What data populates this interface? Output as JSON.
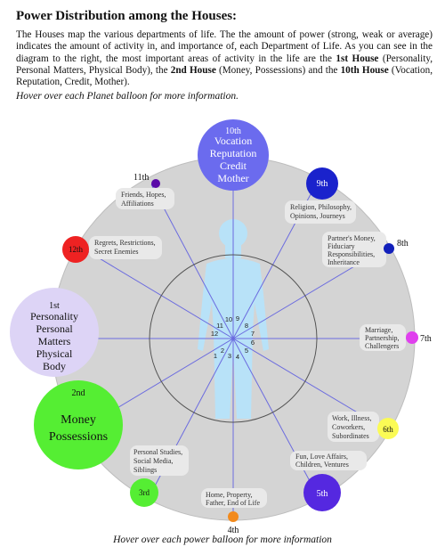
{
  "heading": "Power Distribution among the Houses:",
  "intro": {
    "p1": "The Houses map the various departments of life. The the amount of power (strong, weak or average) indicates the amount of activity in, and importance of, each Department of Life. As you can see in the diagram to the right, the most important areas of activity in the life are the ",
    "h1": "1st House",
    "p2": " (Personality, Personal Matters, Physical Body), the ",
    "h2": "2nd House",
    "p3": " (Money, Possessions) and the ",
    "h10": "10th House",
    "p4": " (Vocation, Reputation, Credit, Mother)."
  },
  "hint_top": "Hover over each Planet balloon for more information.",
  "hint_bottom": "Hover over each power balloon for more information",
  "house_numbers": [
    "1",
    "2",
    "3",
    "4",
    "5",
    "6",
    "7",
    "8",
    "9",
    "10",
    "11",
    "12"
  ],
  "houses": {
    "h1": {
      "name": "1st",
      "lines": [
        "Personality",
        "Personal",
        "Matters",
        "Physical",
        "Body"
      ],
      "color": "#ddd4f6"
    },
    "h2": {
      "name": "2nd",
      "lines": [
        "Money",
        "Possessions"
      ],
      "color": "#55ee33"
    },
    "h3": {
      "name": "3rd",
      "lines": [
        "Personal Studies,",
        "Social Media,",
        "Siblings"
      ],
      "color": "#55ee33"
    },
    "h4": {
      "name": "4th",
      "lines": [
        "Home, Property,",
        "Father, End of Life"
      ],
      "color": "#f28a1c"
    },
    "h5": {
      "name": "5th",
      "lines": [
        "Fun, Love Affairs,",
        "Children, Ventures"
      ],
      "color": "#5528e0"
    },
    "h6": {
      "name": "6th",
      "lines": [
        "Work, Illness,",
        "Coworkers,",
        "Subordinates"
      ],
      "color": "#fbfb55"
    },
    "h7": {
      "name": "7th",
      "lines": [
        "Marriage,",
        "Partnership,",
        "Challengers"
      ],
      "color": "#e040ee"
    },
    "h8": {
      "name": "8th",
      "lines": [
        "Partner's Money,",
        "Fiduciary",
        "Responsibilities,",
        "Inheritance"
      ],
      "color": "#1220bb"
    },
    "h9": {
      "name": "9th",
      "lines": [
        "Religion, Philosophy,",
        "Opinions, Journeys"
      ],
      "color": "#1a22cc"
    },
    "h10": {
      "name": "10th",
      "lines": [
        "Vocation",
        "Reputation",
        "Credit",
        "Mother"
      ],
      "color": "#6b6bee"
    },
    "h11": {
      "name": "11th",
      "lines": [
        "Friends, Hopes,",
        "Affiliations"
      ],
      "color": "#5a0aa8"
    },
    "h12": {
      "name": "12th",
      "lines": [
        "Regrets, Restrictions,",
        "Secret Enemies"
      ],
      "color": "#ee2222"
    }
  }
}
